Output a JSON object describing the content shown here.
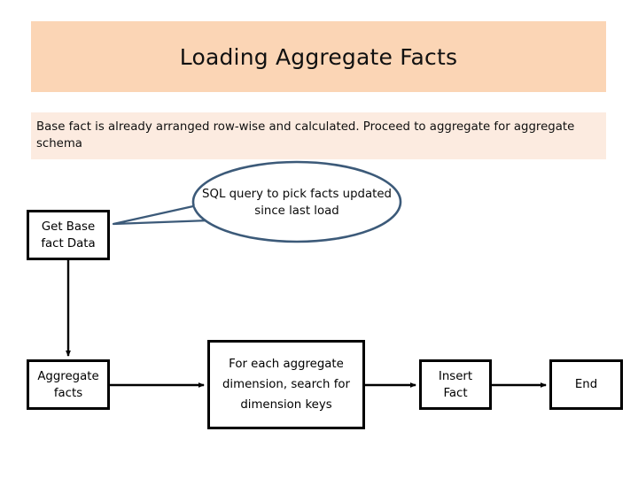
{
  "slide": {
    "title": "Loading Aggregate Facts",
    "subtitle": "Base fact is already arranged row-wise and calculated. Proceed to aggregate for aggregate schema",
    "colors": {
      "title_banner_bg": "#fbd5b5",
      "subtitle_banner_bg": "#fcebe0",
      "box_border": "#000000",
      "box_fill": "#ffffff",
      "callout_stroke": "#3c5a79",
      "text": "#000000",
      "background": "#ffffff"
    }
  },
  "flow": {
    "nodes": [
      {
        "id": "get-base-fact-data",
        "label": "Get Base fact  Data",
        "shape": "rectangle"
      },
      {
        "id": "aggregate-facts",
        "label": "Aggregate facts",
        "shape": "rectangle"
      },
      {
        "id": "dimension-search",
        "label": "For each aggregate dimension, search for dimension keys",
        "shape": "rectangle"
      },
      {
        "id": "insert-fact",
        "label": "Insert Fact",
        "shape": "rectangle"
      },
      {
        "id": "end",
        "label": "End",
        "shape": "rectangle"
      }
    ],
    "callouts": [
      {
        "id": "sql-query-callout",
        "label": "SQL query to pick facts updated since last load",
        "shape": "oval-callout",
        "points_to": "get-base-fact-data"
      }
    ],
    "edges": [
      {
        "from": "get-base-fact-data",
        "to": "aggregate-facts",
        "direction": "down"
      },
      {
        "from": "aggregate-facts",
        "to": "dimension-search",
        "direction": "right"
      },
      {
        "from": "dimension-search",
        "to": "insert-fact",
        "direction": "right"
      },
      {
        "from": "insert-fact",
        "to": "end",
        "direction": "right"
      }
    ]
  }
}
